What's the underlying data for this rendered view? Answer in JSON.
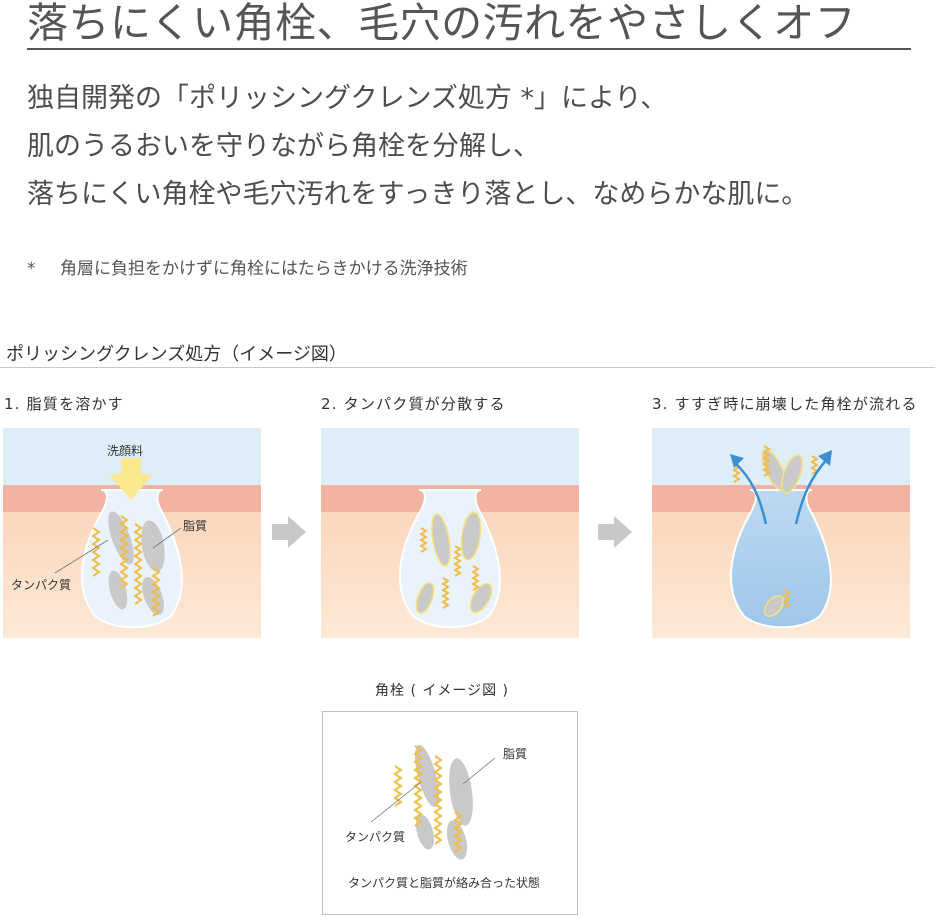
{
  "headline": "落ちにくい角栓、毛穴の汚れをやさしくオフ",
  "body_lines": [
    "独自開発の「ポリッシングクレンズ処方 *」により、",
    "肌のうるおいを守りながら角栓を分解し、",
    "落ちにくい角栓や毛穴汚れをすっきり落とし、なめらかな肌に。"
  ],
  "footnote": {
    "mark": "*",
    "text": "角層に負担をかけずに角栓にはたらきかける洗浄技術"
  },
  "section_title": "ポリッシングクレンズ処方（イメージ図）",
  "steps": [
    {
      "label": "1. 脂質を溶かす",
      "cleanser": "洗顔料",
      "lipid": "脂質",
      "protein": "タンパク質"
    },
    {
      "label": "2. タンパク質が分散する"
    },
    {
      "label": "3. すすぎ時に崩壊した角栓が流れる"
    }
  ],
  "plug": {
    "title": "角栓 ( イメージ図 )",
    "lipid": "脂質",
    "protein": "タンパク質",
    "caption": "タンパク質と脂質が絡み合った状態"
  },
  "colors": {
    "sky": "#deeef8",
    "skin_top": "#f2b3a3",
    "skin": "#fbdcc0",
    "pore": "#eaf3fb",
    "lipid": "#c9c9c9",
    "protein": "#f0bd4a",
    "cleanser_arrow": "#fbe98f",
    "flow_arrow": "#3b8fd0",
    "step_arrow": "#c8c8c8"
  }
}
